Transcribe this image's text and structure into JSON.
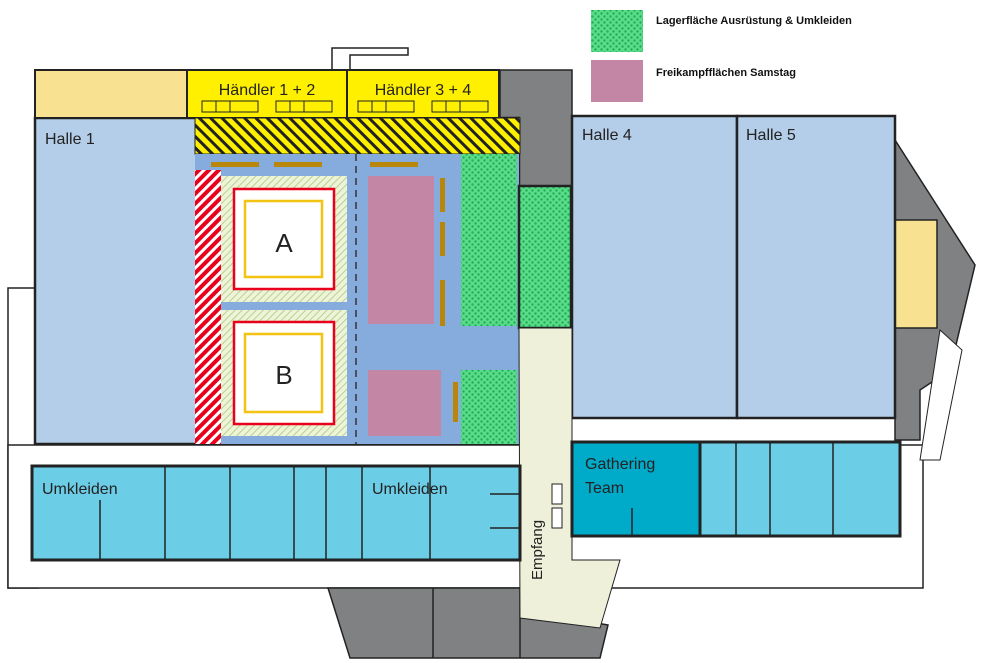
{
  "legend": [
    {
      "label": "Lagerfläche Ausrüstung & Umkleiden",
      "color": "#2ecc71",
      "pattern": "dots"
    },
    {
      "label": "Freikampfflächen Samstag",
      "color": "#c486a5"
    }
  ],
  "vendors": [
    {
      "label": "Händler 1 + 2"
    },
    {
      "label": "Händler 3 + 4"
    }
  ],
  "halls": {
    "halle1": "Halle 1",
    "halle4": "Halle 4",
    "halle5": "Halle 5"
  },
  "rings": {
    "a": "A",
    "b": "B"
  },
  "rooms": {
    "umkleiden_left": "Umkleiden",
    "umkleiden_right": "Umkleiden",
    "gathering_line1": "Gathering",
    "gathering_line2": "Team",
    "empfang": "Empfang"
  },
  "colors": {
    "hall_blue": "#b4cde8",
    "mat_blue": "#86acdd",
    "vendor_yellow": "#fff000",
    "freikampf_pink": "#c486a5",
    "storage_green": "#2ecc71",
    "changing_cyan": "#6ccde6",
    "gathering_teal": "#00aac9",
    "corridor_beige": "#eef0da",
    "wall_grey": "#7f8183",
    "ring_red": "#e8001c",
    "ring_yellow": "#f2c310",
    "bench_gold": "#b8860b"
  }
}
